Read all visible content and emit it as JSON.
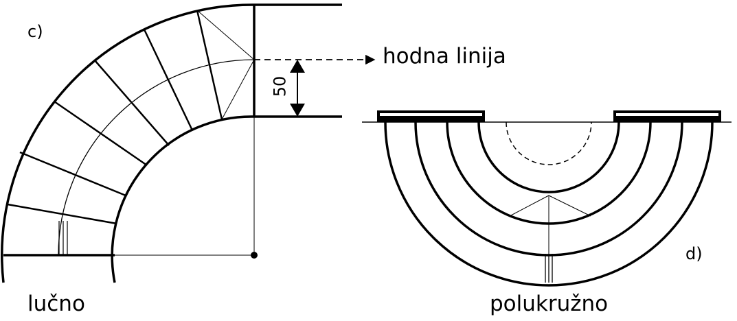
{
  "labels": {
    "c": "c)",
    "d": "d)",
    "walking_line": "hodna linija",
    "dimension": "50",
    "arched": "lučno",
    "semicircular": "polukružno"
  }
}
